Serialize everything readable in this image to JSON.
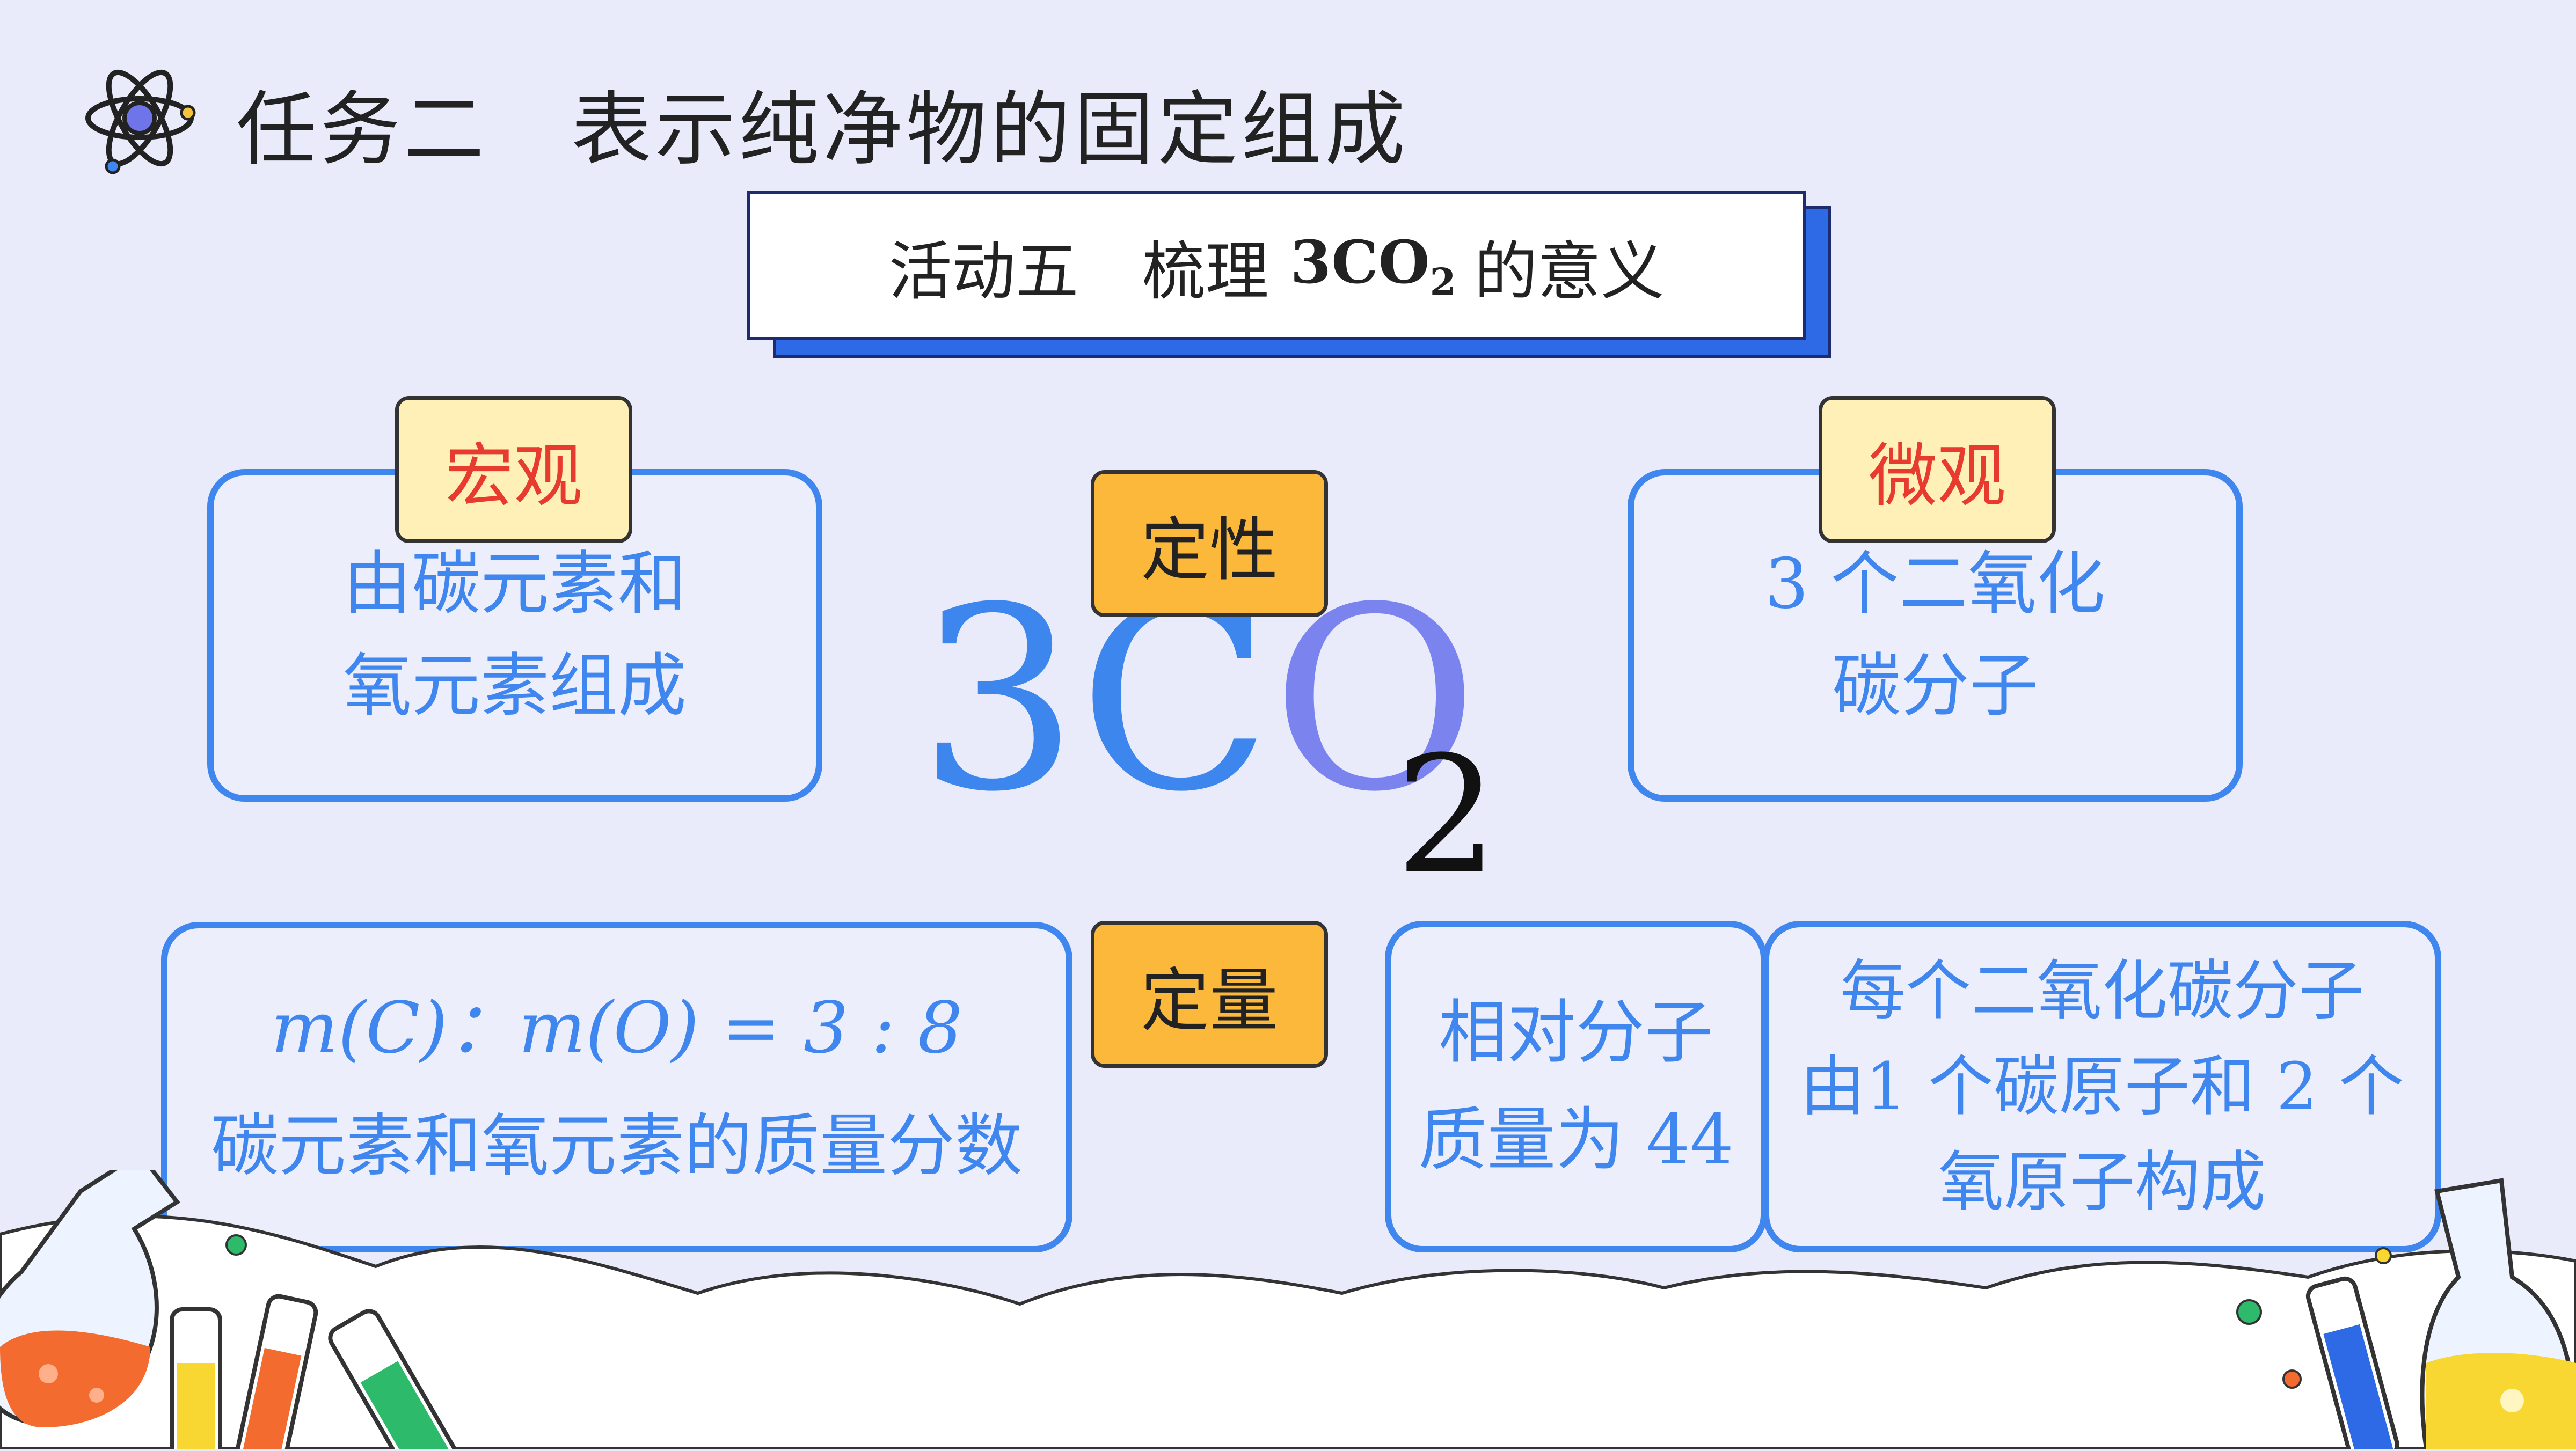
{
  "header": {
    "title": "任务二　表示纯净物的固定组成"
  },
  "activity": {
    "prefix": "活动五　梳理",
    "formula_main": "3CO",
    "formula_sub": "2",
    "suffix": "的意义"
  },
  "center_formula": {
    "coefficient": "3",
    "c": "C",
    "o": "O",
    "subscript": "2"
  },
  "tags": {
    "macro": "宏观",
    "micro": "微观",
    "qualitative": "定性",
    "quantitative": "定量"
  },
  "macro_box": {
    "line1": "由碳元素和",
    "line2": "氧元素组成"
  },
  "micro_box": {
    "line1": "3 个二氧化",
    "line2": "碳分子"
  },
  "mass_ratio_box": {
    "equation": "m(C)：m(O) = 3 : 8",
    "line2": "碳元素和氧元素的质量分数"
  },
  "molar_mass_box": {
    "line1": "相对分子",
    "line2": "质量为 44"
  },
  "composition_box": {
    "line1": "每个二氧化碳分子",
    "line2": "由1 个碳原子和 2 个",
    "line3": "氧原子构成"
  },
  "colors": {
    "background": "#e9ebfb",
    "accent_blue": "#3f86ee",
    "tag_yellow": "#fff0b8",
    "tag_orange": "#fbb83a",
    "tag_red_text": "#e63b2e"
  }
}
